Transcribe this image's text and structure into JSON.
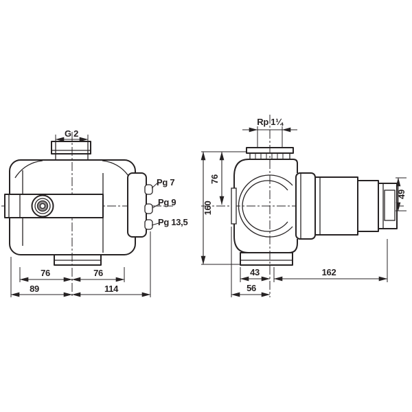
{
  "front_view": {
    "thread_top": "G 2",
    "gland_labels": [
      "Pg 7",
      "Pg 9",
      "Pg 13,5"
    ],
    "dim_left_span": "76",
    "dim_right_span": "76",
    "dim_left_total": "89",
    "dim_right_total": "114"
  },
  "side_view": {
    "thread_top": "Rp 1¼",
    "dim_height_total": "160",
    "dim_port_to_axis": "76",
    "dim_terminal_box": "49",
    "dim_foot_to_axis": "43",
    "dim_face_to_axis": "56",
    "dim_motor_length": "162"
  },
  "colors": {
    "line": "#262223",
    "background": "#ffffff",
    "port_ring": "#8d8a8b"
  }
}
